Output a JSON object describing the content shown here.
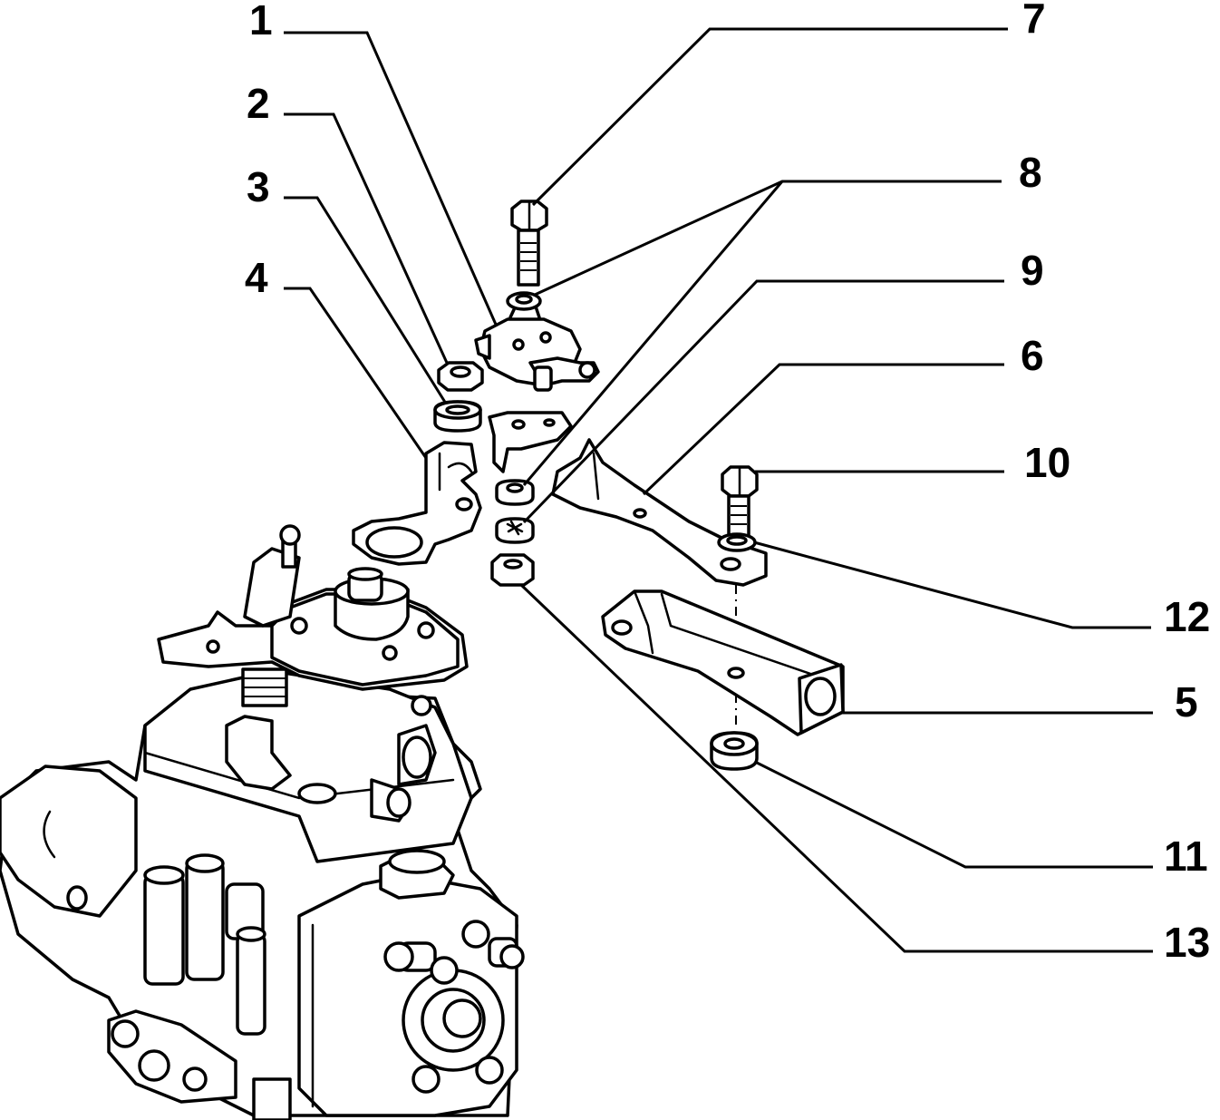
{
  "diagram": {
    "background_color": "#ffffff",
    "line_color": "#000000",
    "callouts": [
      {
        "id": "c1",
        "label": "1"
      },
      {
        "id": "c2",
        "label": "2"
      },
      {
        "id": "c3",
        "label": "3"
      },
      {
        "id": "c4",
        "label": "4"
      },
      {
        "id": "c7",
        "label": "7"
      },
      {
        "id": "c8",
        "label": "8"
      },
      {
        "id": "c9",
        "label": "9"
      },
      {
        "id": "c6",
        "label": "6"
      },
      {
        "id": "c10",
        "label": "10"
      },
      {
        "id": "c12",
        "label": "12"
      },
      {
        "id": "c5",
        "label": "5"
      },
      {
        "id": "c11",
        "label": "11"
      },
      {
        "id": "c13",
        "label": "13"
      }
    ]
  }
}
